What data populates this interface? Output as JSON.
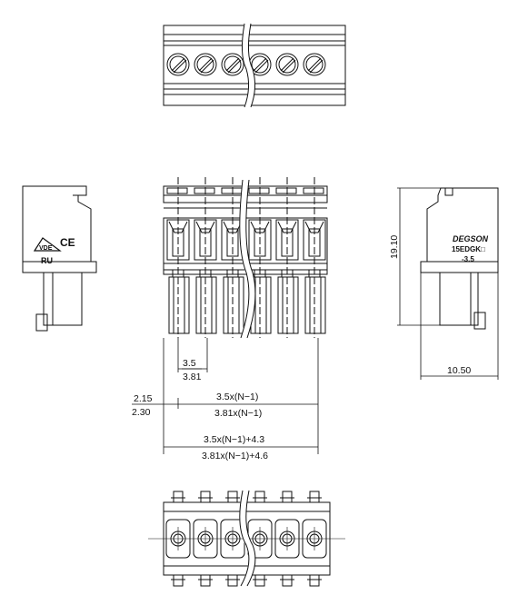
{
  "drawing": {
    "dimensions": {
      "pitch_a": "3.5",
      "pitch_b": "3.81",
      "offset_a": "2.15",
      "offset_b": "2.30",
      "span_a": "3.5x(N−1)",
      "span_b": "3.81x(N−1)",
      "total_a": "3.5x(N−1)+4.3",
      "total_b": "3.81x(N−1)+4.6",
      "height": "19.10",
      "depth": "10.50"
    },
    "side_view_left": {
      "ce_mark": "CE",
      "vde_mark": "VDE",
      "ul_mark": "RU"
    },
    "side_view_right": {
      "brand": "DEGSON",
      "model": "15EDGK□",
      "pitch": "-3.5"
    },
    "pole_count_shown": 6
  }
}
